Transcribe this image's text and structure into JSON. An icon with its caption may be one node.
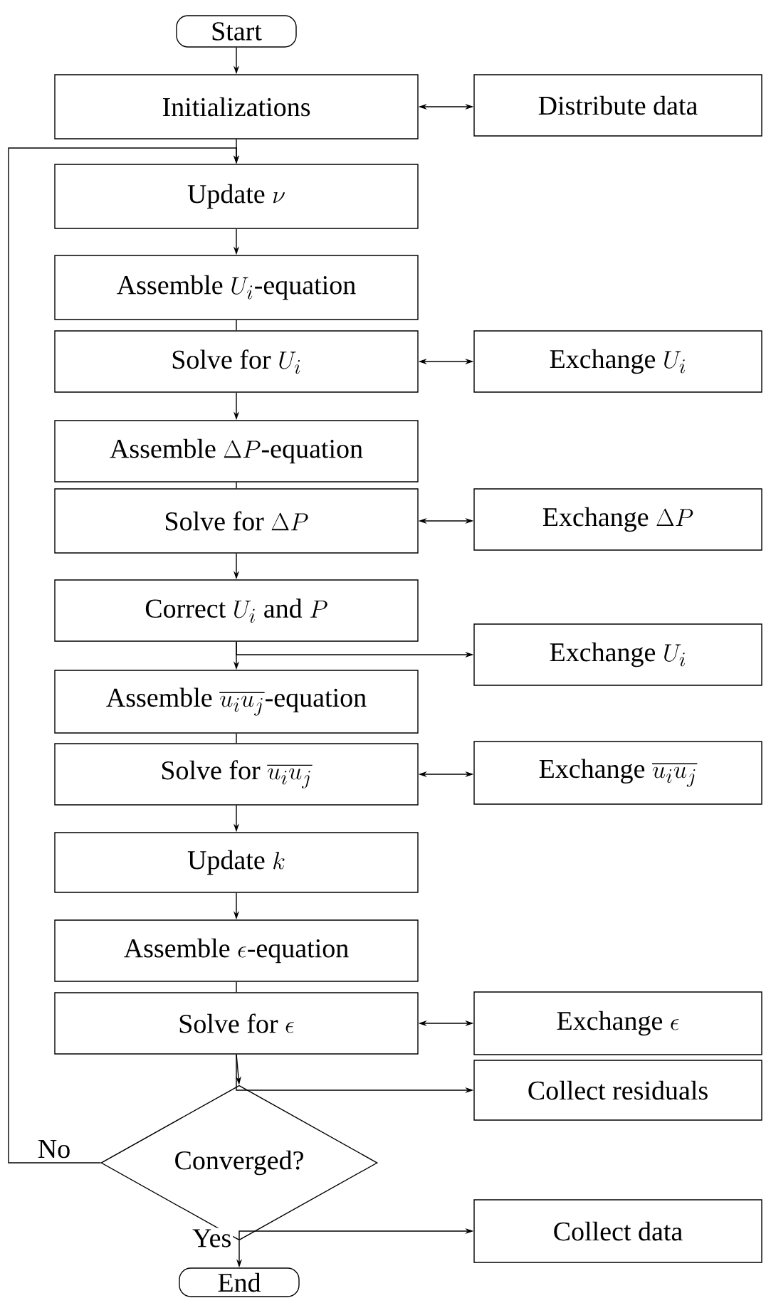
{
  "diagram": {
    "nodes": [
      {
        "text": [
          "Start"
        ]
      },
      {
        "text": [
          "Initializations"
        ]
      },
      {
        "text": [
          "Distribute data"
        ]
      },
      {
        "text": [
          "\\text{Update }\\nu"
        ]
      },
      {
        "text": [
          "\\text{Assemble }U_i\\text{-equation}"
        ]
      },
      {
        "text": [
          "\\text{Solve for }U_i"
        ]
      },
      {
        "text": [
          "\\text{Exchange }U_i"
        ]
      },
      {
        "text": [
          "\\text{Assemble }\\Delta P\\text{-equation}"
        ]
      },
      {
        "text": [
          "\\text{Solve for }\\Delta P"
        ]
      },
      {
        "text": [
          "\\text{Exchange }\\Delta P"
        ]
      },
      {
        "text": [
          "\\text{Correct }U_i\\text{ and }P"
        ]
      },
      {
        "text": [
          "\\text{Exchange }U_i"
        ]
      },
      {
        "text": [
          "\\text{Assemble }\\overline{u_iu_j}\\text{-equation}"
        ]
      },
      {
        "text": [
          "\\text{Solve for }\\overline{u_iu_j}"
        ]
      },
      {
        "text": [
          "\\text{Exchange }\\overline{u_iu_j}"
        ]
      },
      {
        "text": [
          "\\text{Update }k"
        ]
      },
      {
        "text": [
          "\\text{Assemble }\\epsilon\\text{-equation}"
        ]
      },
      {
        "text": [
          "\\text{Solve for }\\epsilon"
        ]
      },
      {
        "text": [
          "\\text{Exchange }\\epsilon"
        ]
      },
      {
        "text": [
          "Collect residuals"
        ]
      },
      {
        "text": [
          "Converged?"
        ]
      },
      {
        "text": [
          "Collect data"
        ]
      },
      {
        "text": [
          "End"
        ]
      }
    ],
    "edges": [
      {
        "from": 0,
        "to": 1,
        "arrow": "to"
      },
      {
        "from": 1,
        "to": 2,
        "arrow": "both"
      },
      {
        "from": 1,
        "to": 3,
        "arrow": "to"
      },
      {
        "from": 3,
        "to": 4,
        "arrow": "to"
      },
      {
        "from": 4,
        "to": 5,
        "arrow": "none"
      },
      {
        "from": 5,
        "to": 6,
        "arrow": "both"
      },
      {
        "from": 5,
        "to": 7,
        "arrow": "to"
      },
      {
        "from": 7,
        "to": 8,
        "arrow": "none"
      },
      {
        "from": 8,
        "to": 9,
        "arrow": "both"
      },
      {
        "from": 8,
        "to": 10,
        "arrow": "to"
      },
      {
        "from": 10,
        "to": 11,
        "arrow": "to"
      },
      {
        "from": 10,
        "to": 12,
        "arrow": "to"
      },
      {
        "from": 12,
        "to": 13,
        "arrow": "none"
      },
      {
        "from": 13,
        "to": 14,
        "arrow": "both"
      },
      {
        "from": 13,
        "to": 15,
        "arrow": "to"
      },
      {
        "from": 15,
        "to": 16,
        "arrow": "to"
      },
      {
        "from": 16,
        "to": 17,
        "arrow": "none"
      },
      {
        "from": 17,
        "to": 18,
        "arrow": "both"
      },
      {
        "from": 17,
        "to": 19,
        "arrow": "to"
      },
      {
        "from": 17,
        "to": 20,
        "arrow": "to"
      },
      {
        "from": 20,
        "to": 3,
        "arrow": "to",
        "label": "No"
      },
      {
        "from": 20,
        "to": 21,
        "arrow": "to"
      },
      {
        "from": 20,
        "to": 22,
        "arrow": "to",
        "label": "Yes"
      }
    ]
  }
}
